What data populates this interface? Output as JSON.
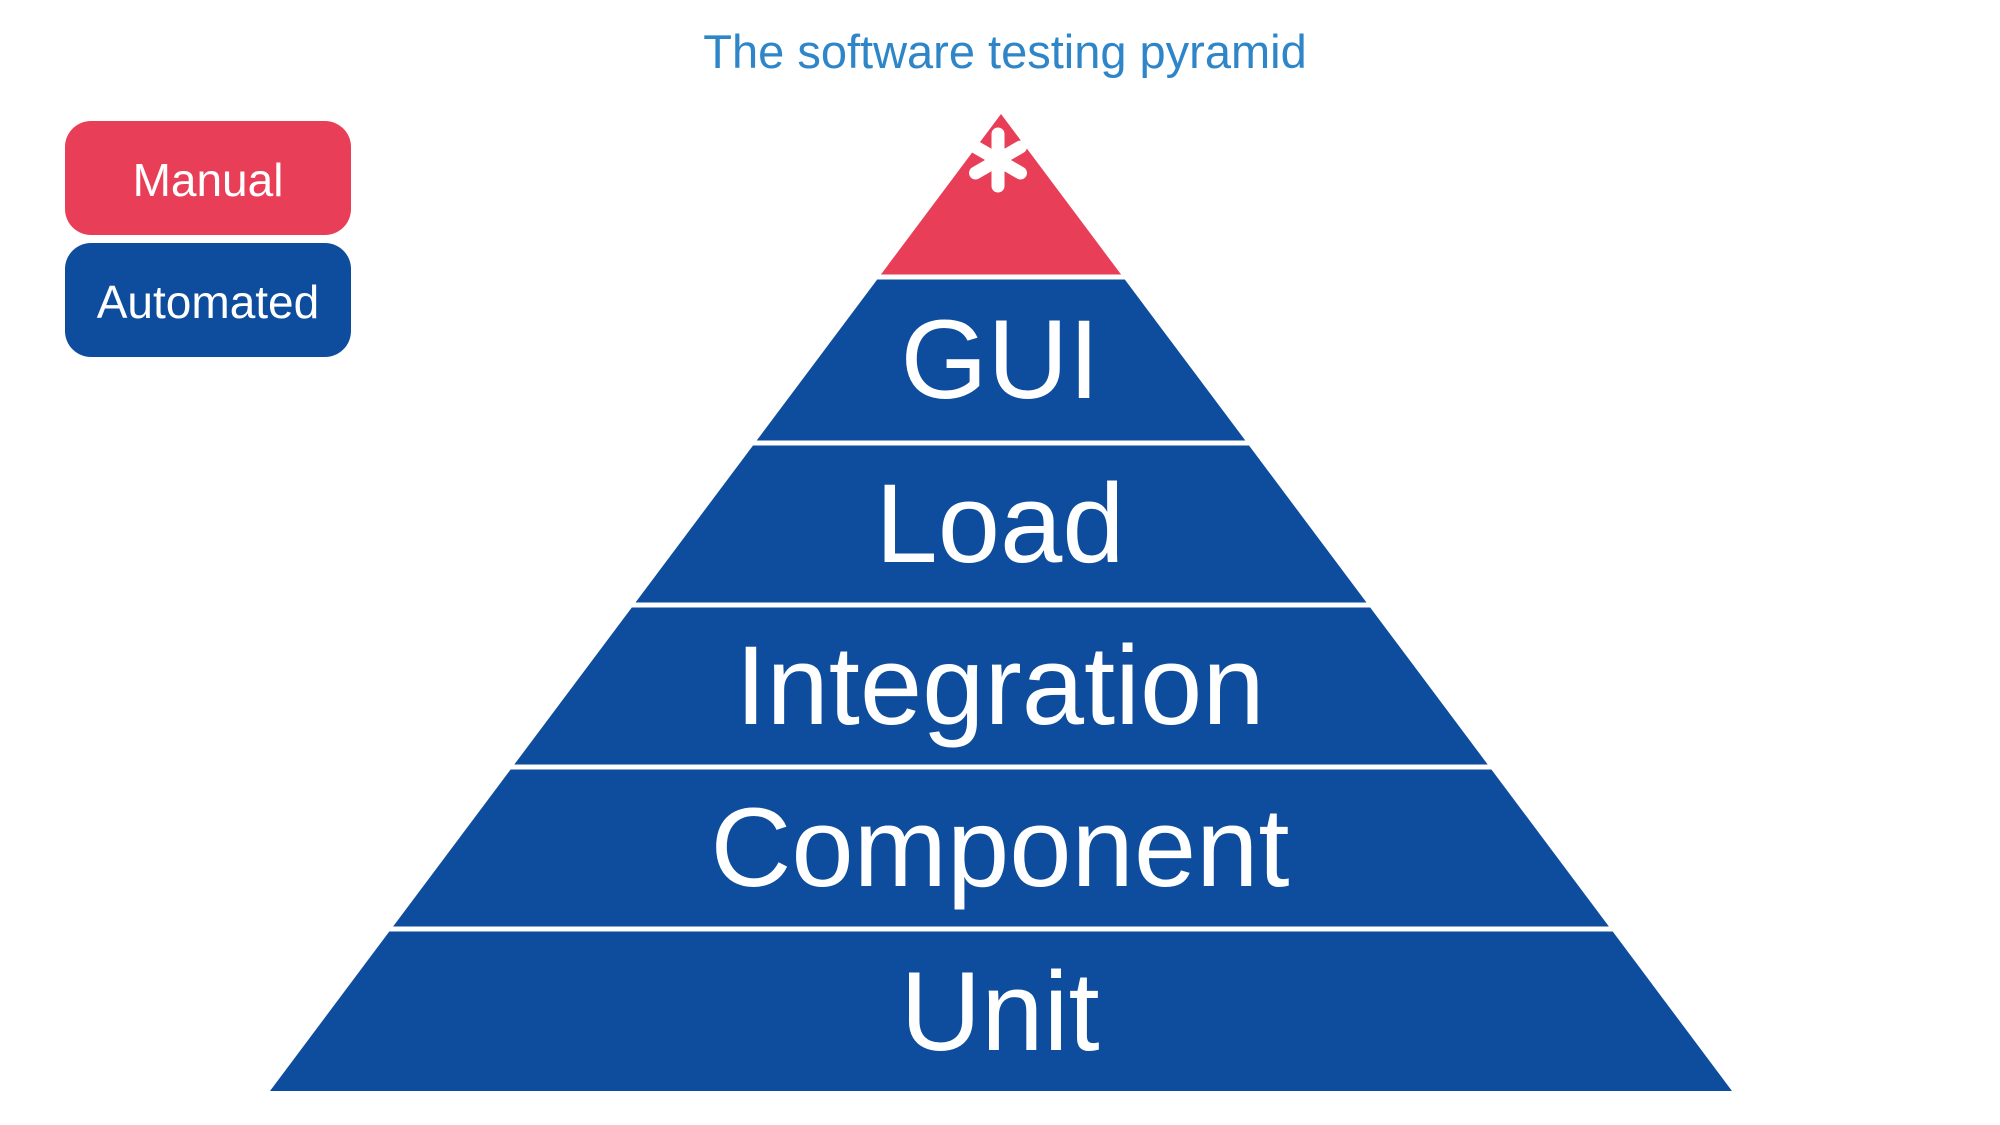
{
  "title": {
    "text": "The software testing pyramid",
    "color": "#2E86C8"
  },
  "legend": {
    "items": [
      {
        "label": "Manual",
        "color": "#E93E58"
      },
      {
        "label": "Automated",
        "color": "#0E4D9D"
      }
    ]
  },
  "pyramid": {
    "apex": {
      "symbol": "*",
      "type": "manual",
      "color": "#E93E58"
    },
    "levels": [
      {
        "label": "GUI",
        "type": "automated"
      },
      {
        "label": "Load",
        "type": "automated"
      },
      {
        "label": "Integration",
        "type": "automated"
      },
      {
        "label": "Component",
        "type": "automated"
      },
      {
        "label": "Unit",
        "type": "automated"
      }
    ],
    "label_color": "#FFFFFF"
  },
  "colors": {
    "manual": "#E93E58",
    "automated": "#0E4D9D",
    "title": "#2E86C8",
    "background": "#FFFFFF",
    "separator": "#FFFFFF"
  }
}
